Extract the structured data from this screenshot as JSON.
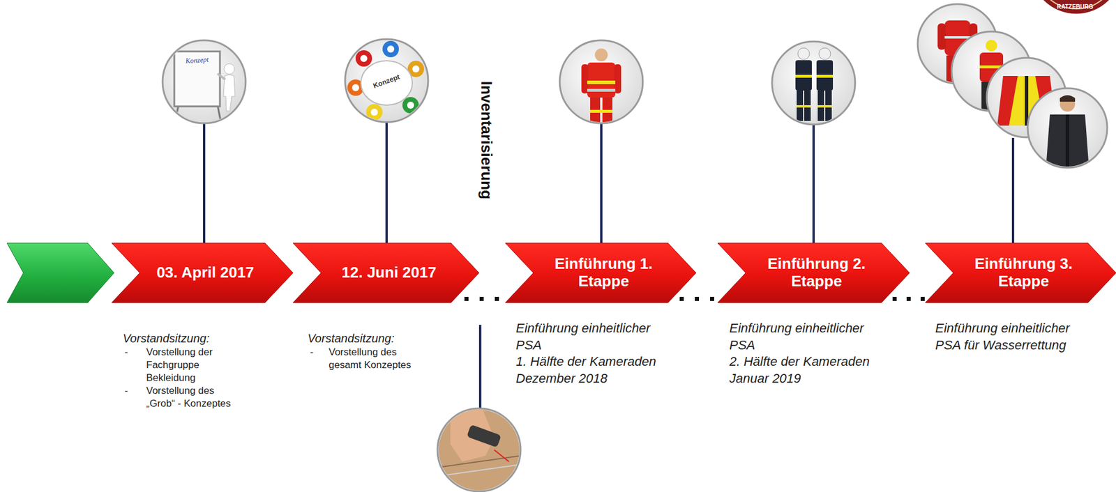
{
  "diagram": {
    "nodes": [
      {
        "text": [
          "03. April 2017"
        ]
      },
      {
        "text": [
          "12. Juni 2017"
        ]
      },
      {
        "text": [
          "Einführung 1. Etappe"
        ]
      },
      {
        "text": [
          "Einführung 2. Etappe"
        ]
      },
      {
        "text": [
          "Einführung 3. Etappe"
        ]
      }
    ],
    "labels": [
      "RATZEBURG",
      "Konzept",
      "Konzept",
      "Inventarisierung",
      "Vorstandsitzung:",
      "-",
      "Vorstellung der Fachgruppe Bekleidung",
      "-",
      "Vorstellung des „Grob“ - Konzeptes",
      "Vorstandsitzung:",
      "-",
      "Vorstellung des gesamt Konzeptes",
      "Einführung einheitlicher PSA",
      "1. Hälfte der Kameraden",
      "Dezember 2018",
      "Einführung einheitlicher PSA",
      "2. Hälfte der Kameraden",
      "Januar 2019",
      "Einführung einheitlicher PSA für Wasserrettung"
    ]
  }
}
